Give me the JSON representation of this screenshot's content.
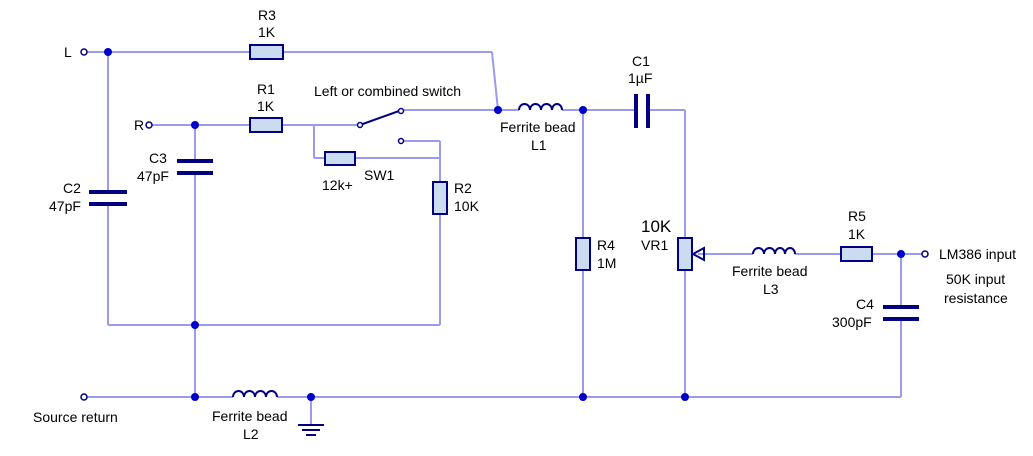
{
  "terminals": {
    "left": "L",
    "right": "R",
    "source_return": "Source return",
    "output": "LM386 input"
  },
  "notes": {
    "input_resistance_line1": "50K input",
    "input_resistance_line2": "resistance",
    "switch": "Left or combined switch"
  },
  "components": {
    "R3": {
      "ref": "R3",
      "value": "1K"
    },
    "R1": {
      "ref": "R1",
      "value": "1K"
    },
    "R2": {
      "ref": "R2",
      "value": "10K"
    },
    "R4": {
      "ref": "R4",
      "value": "1M"
    },
    "R5": {
      "ref": "R5",
      "value": "1K"
    },
    "C1": {
      "ref": "C1",
      "value": "1µF"
    },
    "C2": {
      "ref": "C2",
      "value": "47pF"
    },
    "C3": {
      "ref": "C3",
      "value": "47pF"
    },
    "C4": {
      "ref": "C4",
      "value": "300pF"
    },
    "L1": {
      "ref": "L1",
      "type": "Ferrite bead"
    },
    "L2": {
      "ref": "L2",
      "type": "Ferrite bead"
    },
    "L3": {
      "ref": "L3",
      "type": "Ferrite bead"
    },
    "VR1": {
      "ref": "VR1",
      "value": "10K"
    },
    "SW1": {
      "ref": "SW1",
      "extra": "12k+"
    }
  },
  "colors": {
    "wire": "#9a9aee",
    "component_outline": "#000080",
    "component_fill": "#ccdcf0",
    "junction": "#0000cc"
  }
}
